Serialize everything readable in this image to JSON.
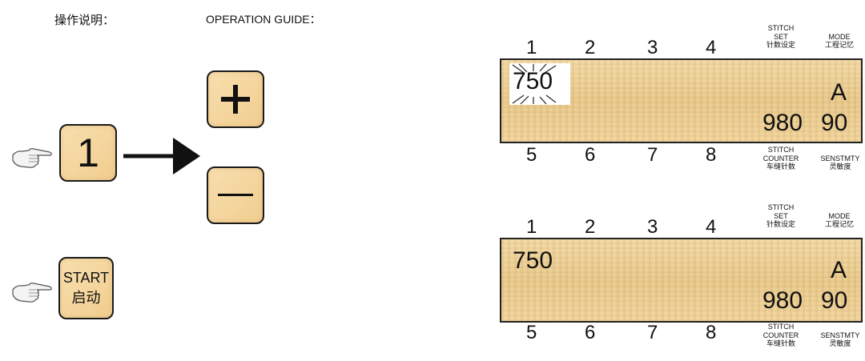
{
  "header": {
    "title_cn": "操作说明：",
    "title_en": "OPERATION GUIDE："
  },
  "keys": {
    "number": "1",
    "start_en": "START",
    "start_cn": "启动"
  },
  "panels": [
    {
      "top_numbers": [
        "1",
        "2",
        "3",
        "4"
      ],
      "bottom_numbers": [
        "5",
        "6",
        "7",
        "8"
      ],
      "stitch_set": [
        "STITCH",
        "SET",
        "针数设定"
      ],
      "mode": [
        "MODE",
        "工程记忆"
      ],
      "stitch_counter": [
        "STITCH",
        "COUNTER",
        "车缝针数"
      ],
      "sensitivity": [
        "SENSTMTY",
        "灵敏度"
      ],
      "display": {
        "left_value": "750",
        "mode_value": "A",
        "counter_value": "980",
        "sens_value": "90",
        "blinking": true
      }
    },
    {
      "top_numbers": [
        "1",
        "2",
        "3",
        "4"
      ],
      "bottom_numbers": [
        "5",
        "6",
        "7",
        "8"
      ],
      "stitch_set": [
        "STITCH",
        "SET",
        "针数设定"
      ],
      "mode": [
        "MODE",
        "工程记忆"
      ],
      "stitch_counter": [
        "STITCH",
        "COUNTER",
        "车缝针数"
      ],
      "sensitivity": [
        "SENSTMTY",
        "灵敏度"
      ],
      "display": {
        "left_value": "750",
        "mode_value": "A",
        "counter_value": "980",
        "sens_value": "90",
        "blinking": false
      }
    }
  ],
  "colors": {
    "key_fill": "#f4d59e",
    "lcd_fill": "#ecd096",
    "outline": "#1a1a1a"
  },
  "icons": [
    "pointing-hand-icon",
    "right-arrow-icon",
    "plus-icon",
    "minus-icon",
    "blink-rays-icon"
  ]
}
